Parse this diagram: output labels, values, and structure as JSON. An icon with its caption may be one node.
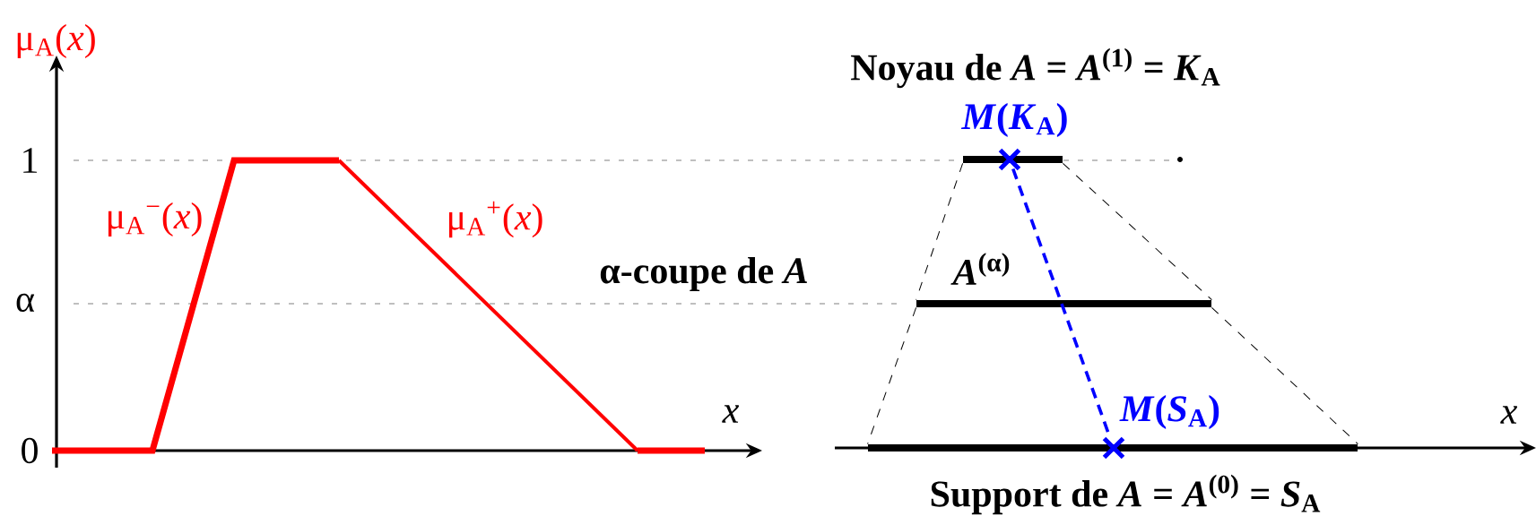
{
  "diagram": {
    "nodes": [
      {
        "text": [],
        "shape": "bar",
        "beside": [
          "Noyau de *A* = *A*$^{(1)}$ = *K*$_{A}$"
        ]
      },
      {
        "text": [],
        "shape": "bar",
        "beside": [
          "*A*$^{(α)}$"
        ]
      },
      {
        "text": [],
        "shape": "bar",
        "beside": [
          "Support de *A* = *A*$^{(0)}$ = *S*$_{A}$"
        ]
      },
      {
        "text": [],
        "shape": "cross",
        "beside": [
          "*M*(*K*$_{A}$)"
        ]
      },
      {
        "text": [],
        "shape": "cross",
        "beside": [
          "*M*(*S*$_{A}$)"
        ]
      }
    ],
    "edges": [
      {
        "from": 3,
        "to": 4,
        "arrow": "none",
        "style": "dashed",
        "color": "#0000ff"
      },
      {
        "from": 0,
        "to": 1,
        "arrow": "none",
        "style": "dashed"
      },
      {
        "from": 0,
        "to": 1,
        "arrow": "none",
        "style": "dashed"
      },
      {
        "from": 1,
        "to": 2,
        "arrow": "none",
        "style": "dashed"
      },
      {
        "from": 1,
        "to": 2,
        "arrow": "none",
        "style": "dashed"
      }
    ],
    "labels": [
      "μ$_{A}$(*x*)",
      "1",
      "α",
      "0",
      "μ$_{A}$$^{−}$(*x*)",
      "μ$_{A}$$^{+}$(*x*)",
      "x",
      "α-coupe de *A*",
      "x"
    ]
  }
}
